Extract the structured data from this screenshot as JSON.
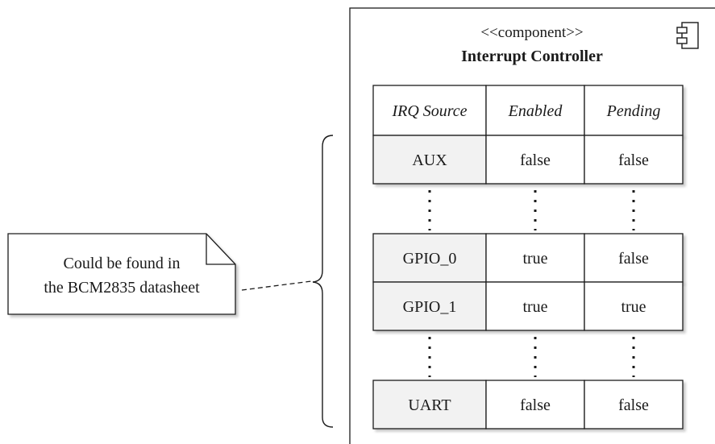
{
  "component": {
    "stereotype": "<<component>>",
    "name": "Interrupt Controller",
    "icon": "component-icon"
  },
  "table": {
    "headers": [
      "IRQ Source",
      "Enabled",
      "Pending"
    ],
    "rows": [
      {
        "source": "AUX",
        "enabled": "false",
        "pending": "false"
      },
      {
        "source": "GPIO_0",
        "enabled": "true",
        "pending": "false"
      },
      {
        "source": "GPIO_1",
        "enabled": "true",
        "pending": "true"
      },
      {
        "source": "UART",
        "enabled": "false",
        "pending": "false"
      }
    ]
  },
  "note": {
    "line1": "Could be found in",
    "line2": "the BCM2835 datasheet"
  },
  "colors": {
    "line": "#1a1a1a",
    "shade": "#f2f2f2",
    "shadow": "#d9d9d9"
  }
}
